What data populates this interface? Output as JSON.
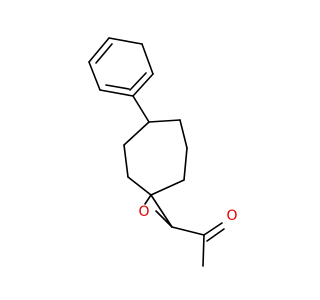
{
  "structure": {
    "atoms": [
      {
        "id": "O1",
        "label": "O",
        "color": "#e00000"
      },
      {
        "id": "O2",
        "label": "O",
        "color": "#e00000"
      }
    ],
    "bond_color": "#000000"
  }
}
